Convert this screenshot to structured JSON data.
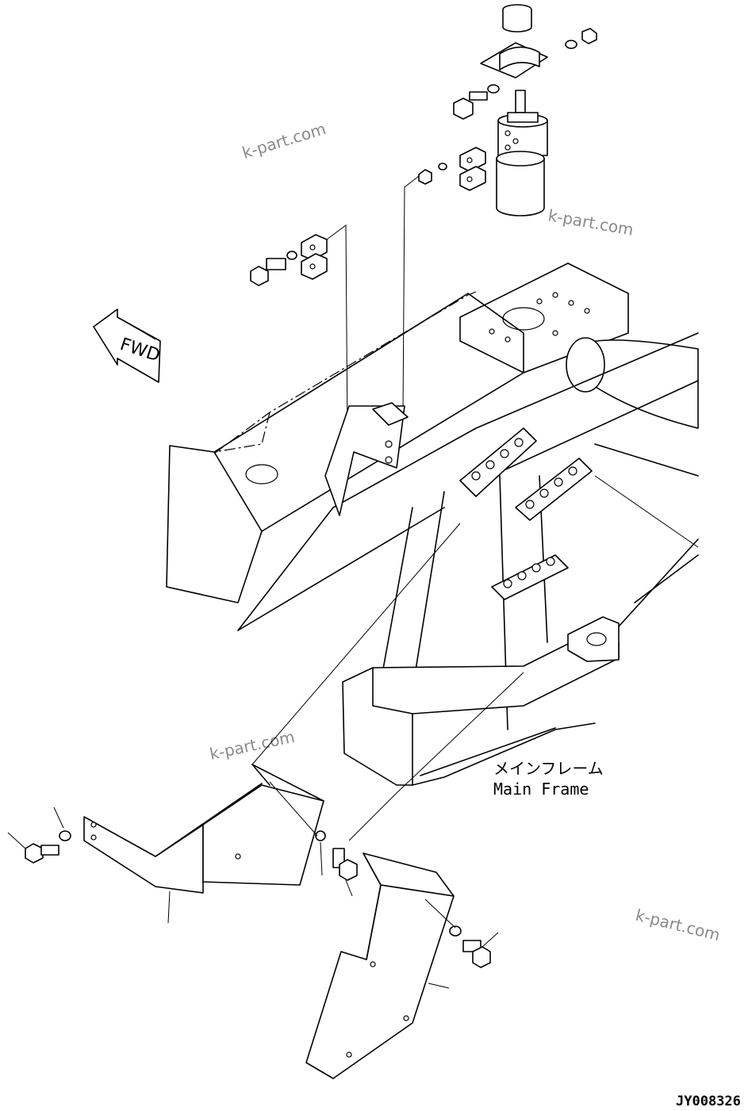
{
  "watermarks": [
    "k-part.com",
    "k-part.com",
    "k-part.com",
    "k-part.com"
  ],
  "direction_label": "FWD",
  "frame_label_jp": "メインフレーム",
  "frame_label_en": "Main Frame",
  "drawing_code": "JY008326"
}
